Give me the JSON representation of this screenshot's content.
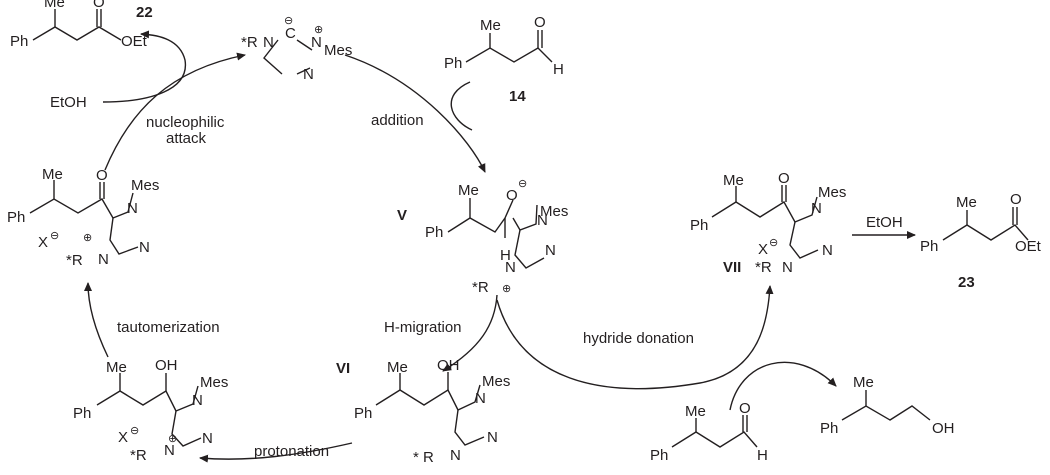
{
  "colors": {
    "ink": "#231f20",
    "background": "#ffffff"
  },
  "steps": {
    "addition": "addition",
    "nucleophilic": "nucleophilic",
    "attack": "attack",
    "tautomerization": "tautomerization",
    "h_migration": "H-migration",
    "hydride_donation": "hydride donation",
    "protonation": "protonation"
  },
  "compounds": {
    "c22": "22",
    "c14": "14",
    "c23": "23",
    "V": "V",
    "VI": "VI",
    "VII": "VII"
  },
  "atoms": {
    "Ph": "Ph",
    "Me": "Me",
    "Mes": "Mes",
    "O": "O",
    "OEt": "OEt",
    "OH": "OH",
    "H": "H",
    "N": "N",
    "X": "X",
    "R_star": "*R",
    "R_space": "* R",
    "EtOH": "EtOH",
    "minus": "⊖",
    "plus": "⊕"
  }
}
